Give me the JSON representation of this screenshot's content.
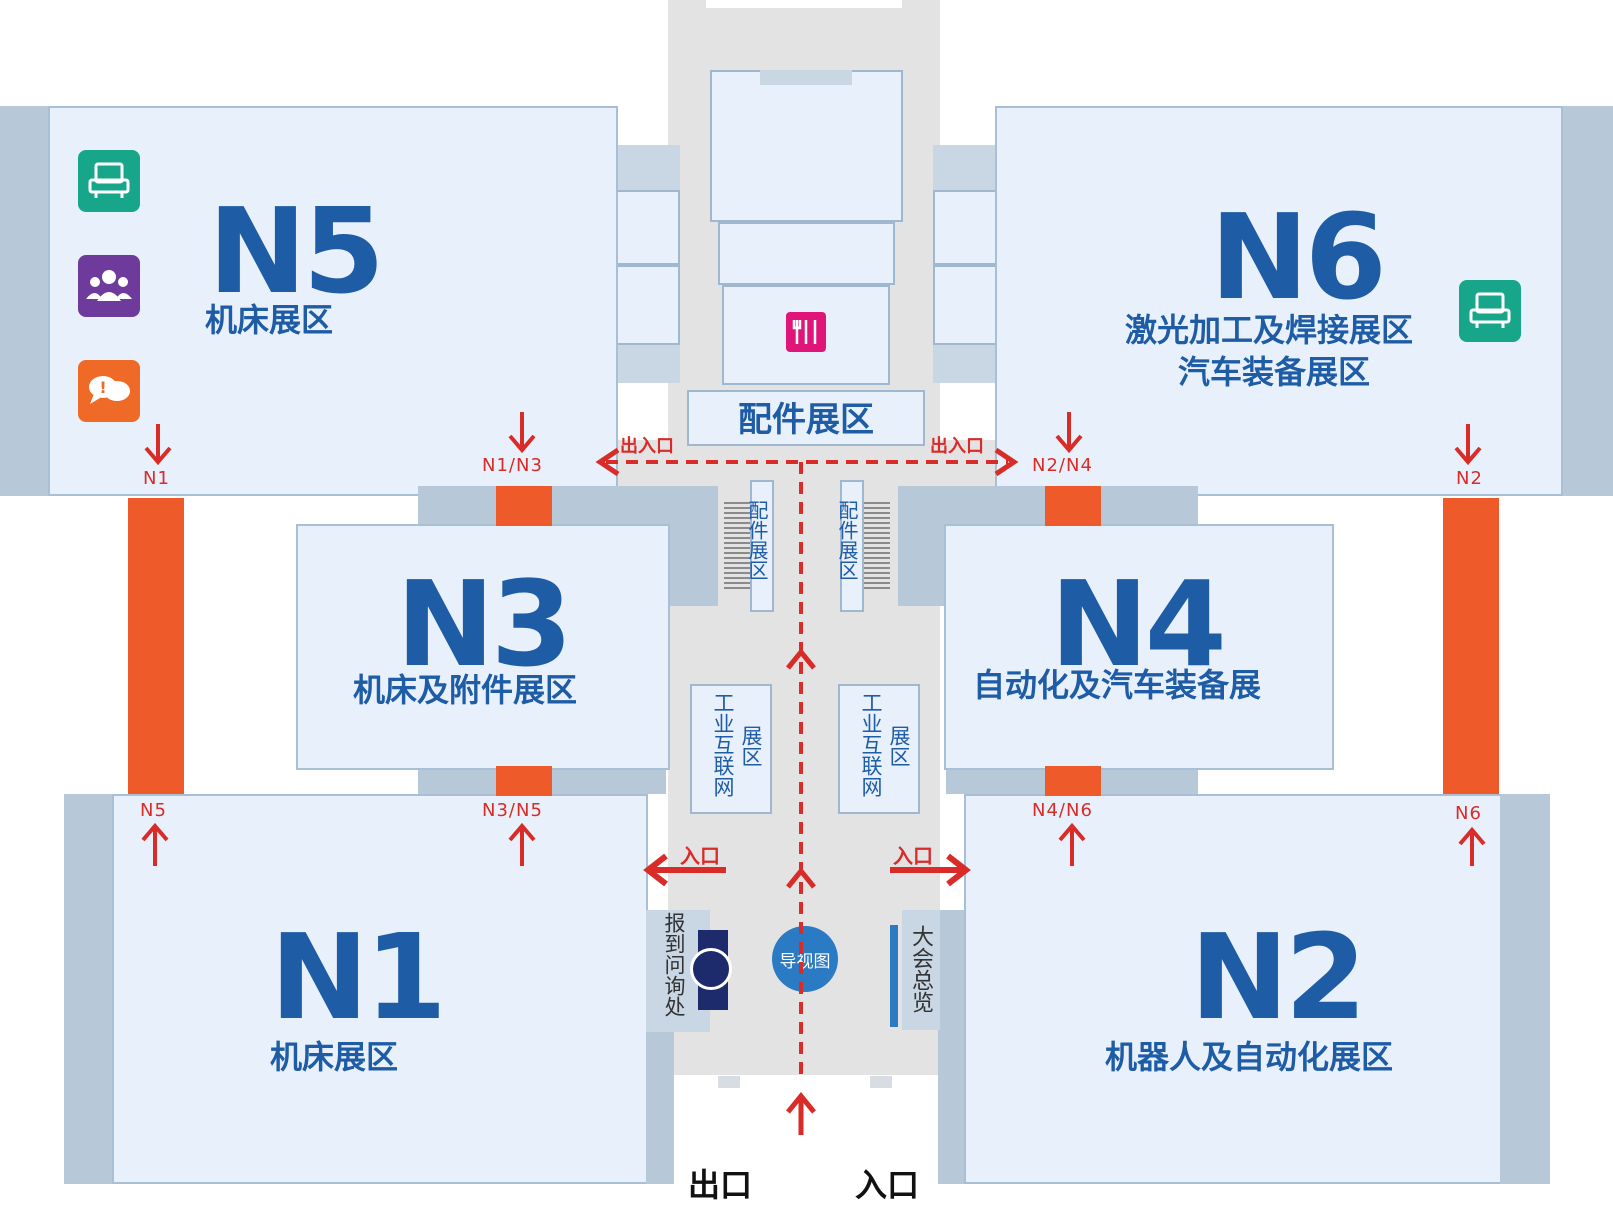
{
  "halls": [
    {
      "id": "N5",
      "zones": [
        "机床展区"
      ]
    },
    {
      "id": "N6",
      "zones": [
        "激光加工及焊接展区",
        "汽车装备展区"
      ]
    },
    {
      "id": "N3",
      "zones": [
        "机床及附件展区"
      ]
    },
    {
      "id": "N4",
      "zones": [
        "自动化及汽车装备展"
      ]
    },
    {
      "id": "N1",
      "zones": [
        "机床展区"
      ]
    },
    {
      "id": "N2",
      "zones": [
        "机器人及自动化展区"
      ]
    }
  ],
  "center": {
    "accessories_hall": "配件展区",
    "side_accessories_left": "配件展区",
    "side_accessories_right": "配件展区",
    "iiot_left_a": "工业互联网",
    "iiot_left_b": "展区",
    "iiot_right_a": "工业互联网",
    "iiot_right_b": "展区",
    "registration": "报到问询处",
    "guide_map": "导视图",
    "overview": "大会总览"
  },
  "doors": {
    "n1_top": "N1",
    "n1n3": "N1/N3",
    "n2n4": "N2/N4",
    "n2_top": "N2",
    "n5_bottom": "N5",
    "n3n5": "N3/N5",
    "n4n6": "N4/N6",
    "n6_bottom": "N6"
  },
  "labels": {
    "entry_exit_left": "出入口",
    "entry_exit_right": "出入口",
    "entrance_left": "入口",
    "entrance_right": "入口",
    "bottom_exit": "出口",
    "bottom_entrance": "入口"
  },
  "icons": [
    "lounge-chair-icon",
    "meeting-people-icon",
    "consultation-chat-icon",
    "restaurant-icon",
    "lounge-chair-icon"
  ],
  "colors": {
    "hall_text": "#1f5ca6",
    "arrow": "#d92b27",
    "connector": "#ef5a2a",
    "teal_icon": "#17a68a",
    "purple_icon": "#6e3a9b",
    "orange_icon": "#ef6a26",
    "pink_icon": "#e0157a",
    "guide_circle": "#2a7ac4"
  }
}
